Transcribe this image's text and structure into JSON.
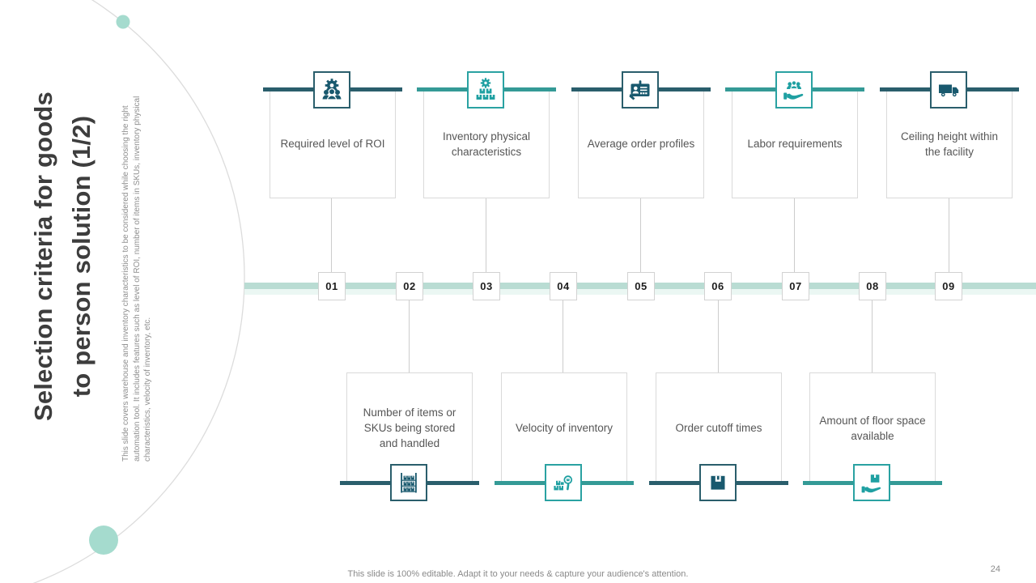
{
  "slide": {
    "title_line1": "Selection criteria for goods",
    "title_line2": "to person solution (1/2)",
    "description": "This slide covers warehouse and inventory characteristics to be considered while choosing the right automation tool. It includes features such as level of ROI, number of items in SKUs, inventory physical characteristics, velocity of inventory, etc.",
    "footer_note": "This slide is 100% editable. Adapt it to your needs & capture your audience's attention.",
    "page_number": "24"
  },
  "colors": {
    "dark_teal": "#19596e",
    "teal": "#1fa0a2",
    "timeline_mint": "#b9dcd3",
    "dot_mint": "#a5dbce",
    "card_border": "#dadada",
    "label_gray": "#565656"
  },
  "timeline": {
    "steps": [
      {
        "number": "01",
        "label": "Required level of ROI",
        "position": "top",
        "icon": "gear-people-icon",
        "accent": "dark"
      },
      {
        "number": "02",
        "label": "Number of items or SKUs being stored and handled",
        "position": "bottom",
        "icon": "shelf-rack-icon",
        "accent": "dark"
      },
      {
        "number": "03",
        "label": "Inventory  physical characteristics",
        "position": "top",
        "icon": "boxes-gear-icon",
        "accent": "teal"
      },
      {
        "number": "04",
        "label": "Velocity of inventory",
        "position": "bottom",
        "icon": "box-search-icon",
        "accent": "teal"
      },
      {
        "number": "05",
        "label": "Average order profiles",
        "position": "top",
        "icon": "id-card-icon",
        "accent": "dark"
      },
      {
        "number": "06",
        "label": "Order cutoff times",
        "position": "bottom",
        "icon": "package-icon",
        "accent": "dark"
      },
      {
        "number": "07",
        "label": "Labor requirements",
        "position": "top",
        "icon": "hand-people-icon",
        "accent": "teal"
      },
      {
        "number": "08",
        "label": "Amount of floor space available",
        "position": "bottom",
        "icon": "hand-box-icon",
        "accent": "teal"
      },
      {
        "number": "09",
        "label": "Ceiling height within the facility",
        "position": "top",
        "icon": "truck-icon",
        "accent": "dark"
      }
    ]
  }
}
